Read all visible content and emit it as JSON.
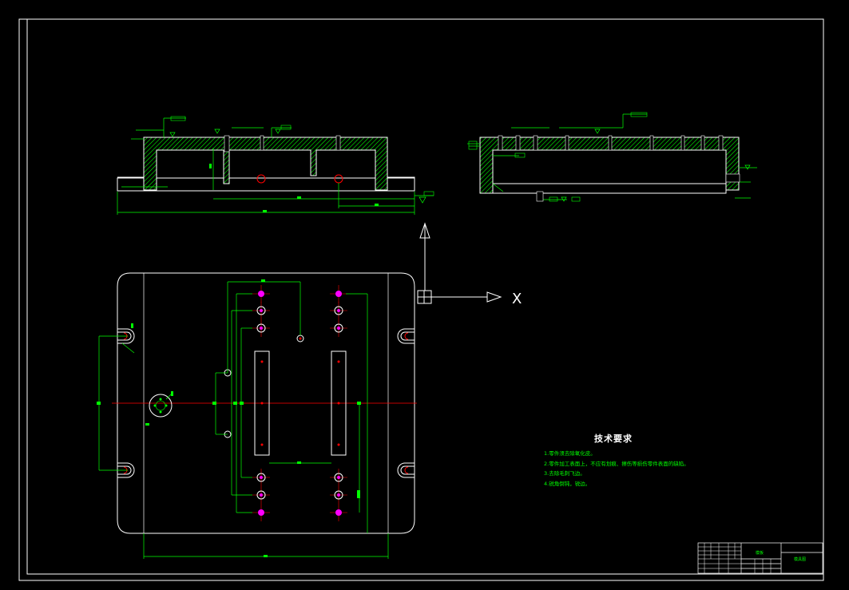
{
  "drawing": {
    "background": "#000000",
    "colors": {
      "frame": "#ffffff",
      "dim": "#00ff00",
      "center": "#ff0000",
      "hatch": "#00ff00",
      "hole_marker": "#ff00ff",
      "outline": "#ffffff"
    }
  },
  "ucs": {
    "x_axis_label": "X"
  },
  "tech_requirements": {
    "title": "技术要求",
    "items": [
      "1.零件须去除氧化皮。",
      "2.零件加工表面上，不应有划痕、擦伤等损伤零件表面的缺陷。",
      "3.去除毛刺飞边。",
      "4.锐角倒钝，锐边。"
    ]
  },
  "title_block": {
    "part_name": "模板",
    "drawing_no": "模具图"
  }
}
